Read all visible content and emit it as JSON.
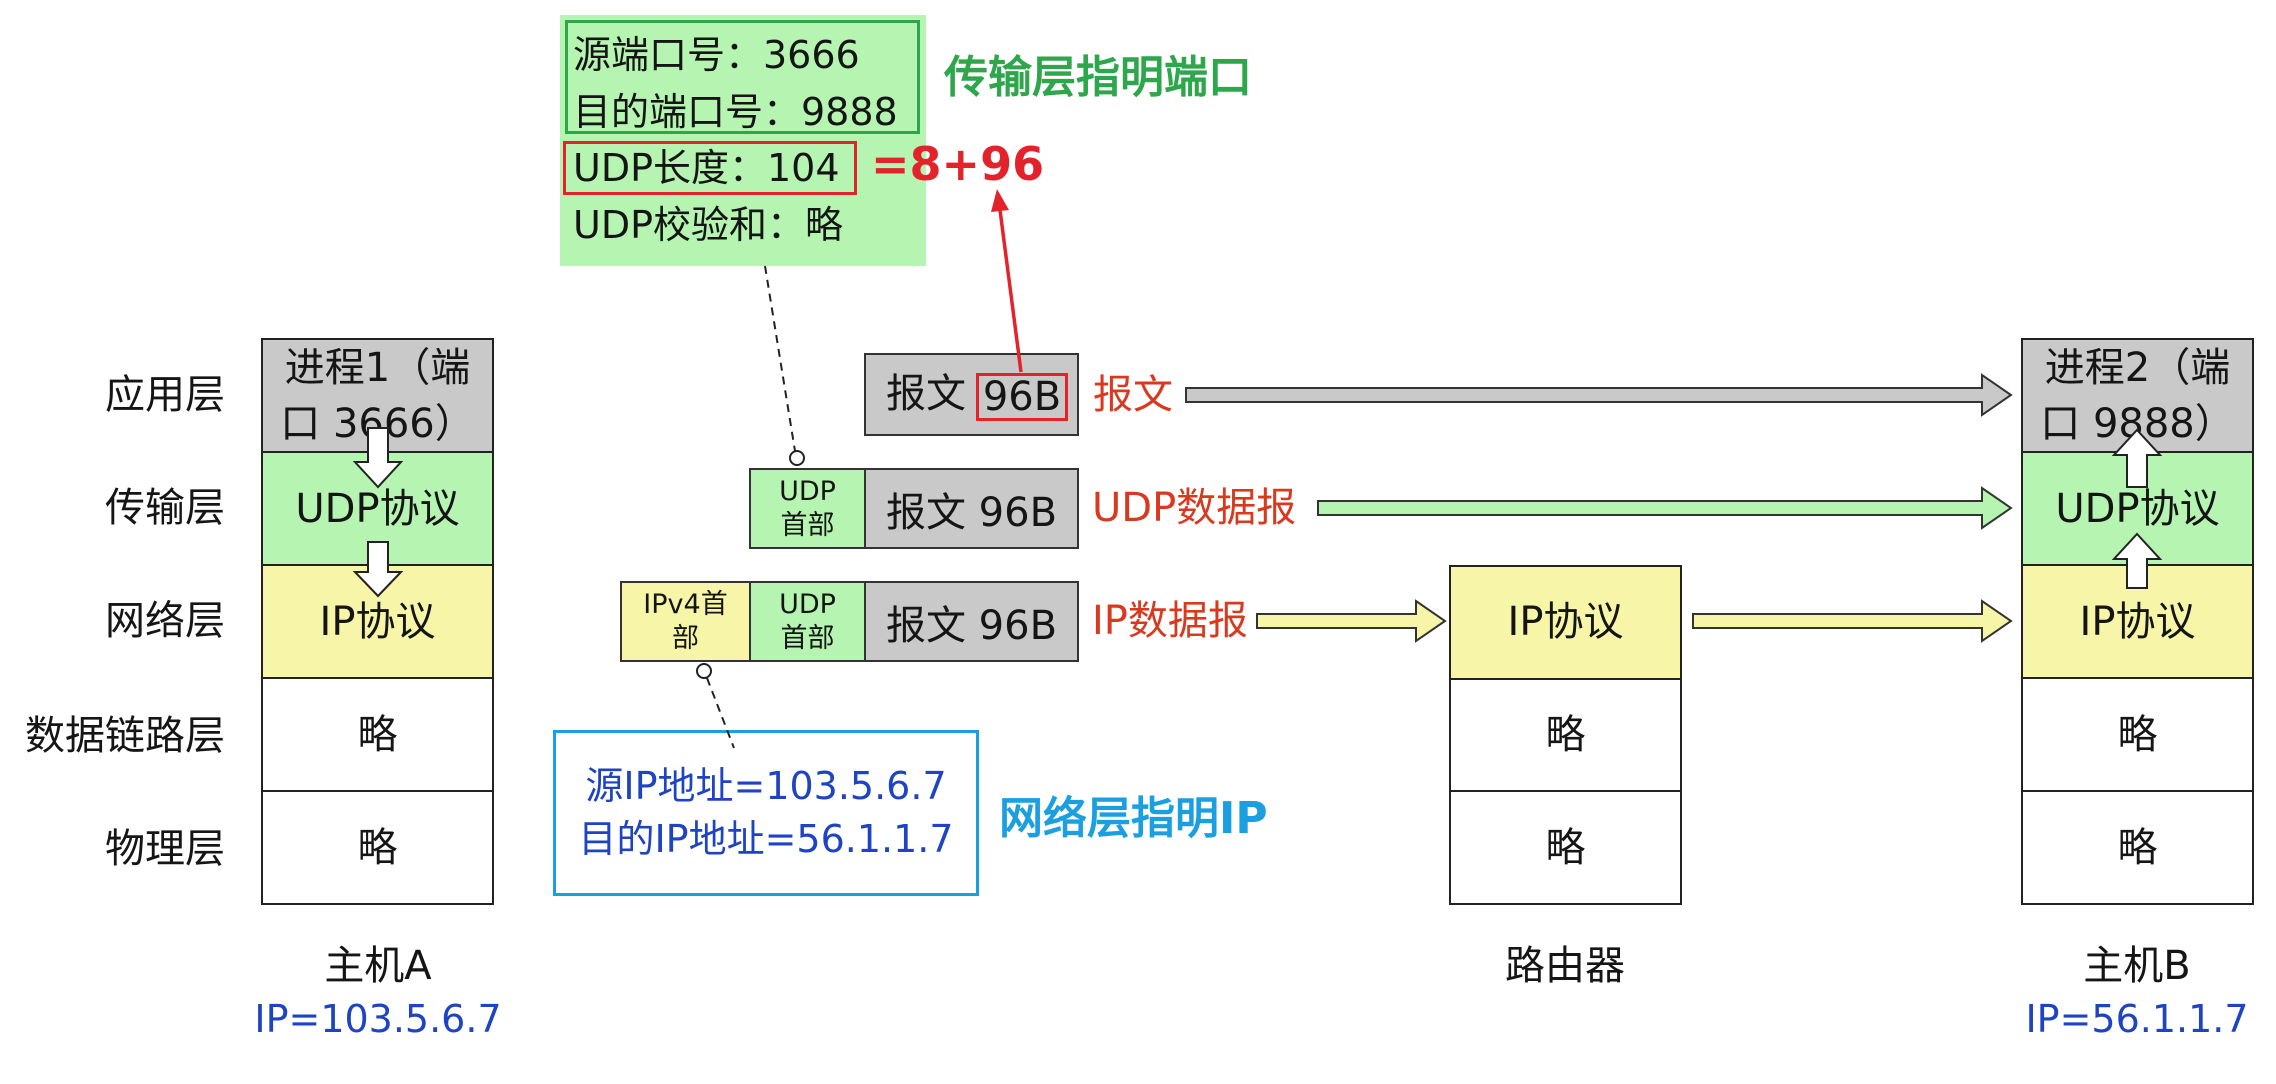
{
  "colors": {
    "app_layer": "#c9c9c9",
    "transport_layer": "#b6f5b1",
    "network_layer": "#f7f6a8",
    "highlight_red": "#e3232b",
    "label_red": "#d8391f",
    "transport_caption": "#2ea64b",
    "network_caption": "#1b9fe0",
    "ip_text": "#1e44c4"
  },
  "layers": [
    "应用层",
    "传输层",
    "网络层",
    "数据链路层",
    "物理层"
  ],
  "host_a": {
    "process_lines": [
      "进程1（端",
      "口 3666）"
    ],
    "transport": "UDP协议",
    "network": "IP协议",
    "datalink": "略",
    "physical": "略",
    "name": "主机A",
    "ip": "IP=103.5.6.7"
  },
  "router": {
    "network": "IP协议",
    "datalink": "略",
    "physical": "略",
    "name": "路由器"
  },
  "host_b": {
    "process_lines": [
      "进程2（端",
      "口 9888）"
    ],
    "transport": "UDP协议",
    "network": "IP协议",
    "datalink": "略",
    "physical": "略",
    "name": "主机B",
    "ip": "IP=56.1.1.7"
  },
  "udp_header_info": {
    "src_port": "源端口号：3666",
    "dst_port": "目的端口号：9888",
    "length": "UDP长度：104",
    "length_breakdown": "=8+96",
    "checksum": "UDP校验和：略",
    "caption": "传输层指明端口"
  },
  "ip_header_info": {
    "src_ip": "源IP地址=103.5.6.7",
    "dst_ip": "目的IP地址=56.1.1.7",
    "caption": "网络层指明IP"
  },
  "packets": {
    "message": {
      "payload_label": "报文",
      "payload_size": "96B",
      "label": "报文"
    },
    "udp_datagram": {
      "udp_header_lines": [
        "UDP",
        "首部"
      ],
      "payload": "报文 96B",
      "label": "UDP数据报"
    },
    "ip_datagram": {
      "ip_header_lines": [
        "IPv4首",
        "部"
      ],
      "udp_header_lines": [
        "UDP",
        "首部"
      ],
      "payload": "报文 96B",
      "label": "IP数据报"
    }
  }
}
